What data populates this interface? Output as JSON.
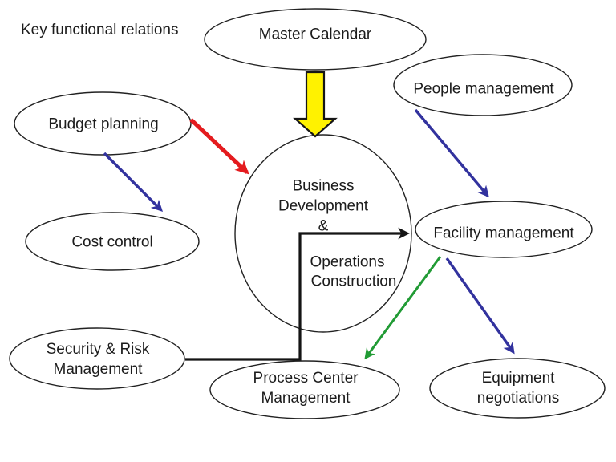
{
  "title": "Key functional relations",
  "nodes": {
    "master_calendar": {
      "label": "Master Calendar"
    },
    "people_management": {
      "label": "People management"
    },
    "budget_planning": {
      "label": "Budget planning"
    },
    "cost_control": {
      "label": "Cost control"
    },
    "business_development": {
      "line1": "Business",
      "line2": "Development",
      "line3": "&",
      "line4": "Operations",
      "line5": "Construction"
    },
    "facility_management": {
      "label": "Facility management"
    },
    "security_risk": {
      "line1": "Security & Risk",
      "line2": "Management"
    },
    "process_center": {
      "line1": "Process Center",
      "line2": "Management"
    },
    "equipment_negotiations": {
      "line1": "Equipment",
      "line2": "negotiations"
    }
  },
  "colors": {
    "red_arrow": "#e41b1e",
    "blue_arrow": "#32329e",
    "green_arrow": "#219b35",
    "yellow_arrow": "#fff200",
    "black_connector": "#141414",
    "outline": "#222222"
  }
}
